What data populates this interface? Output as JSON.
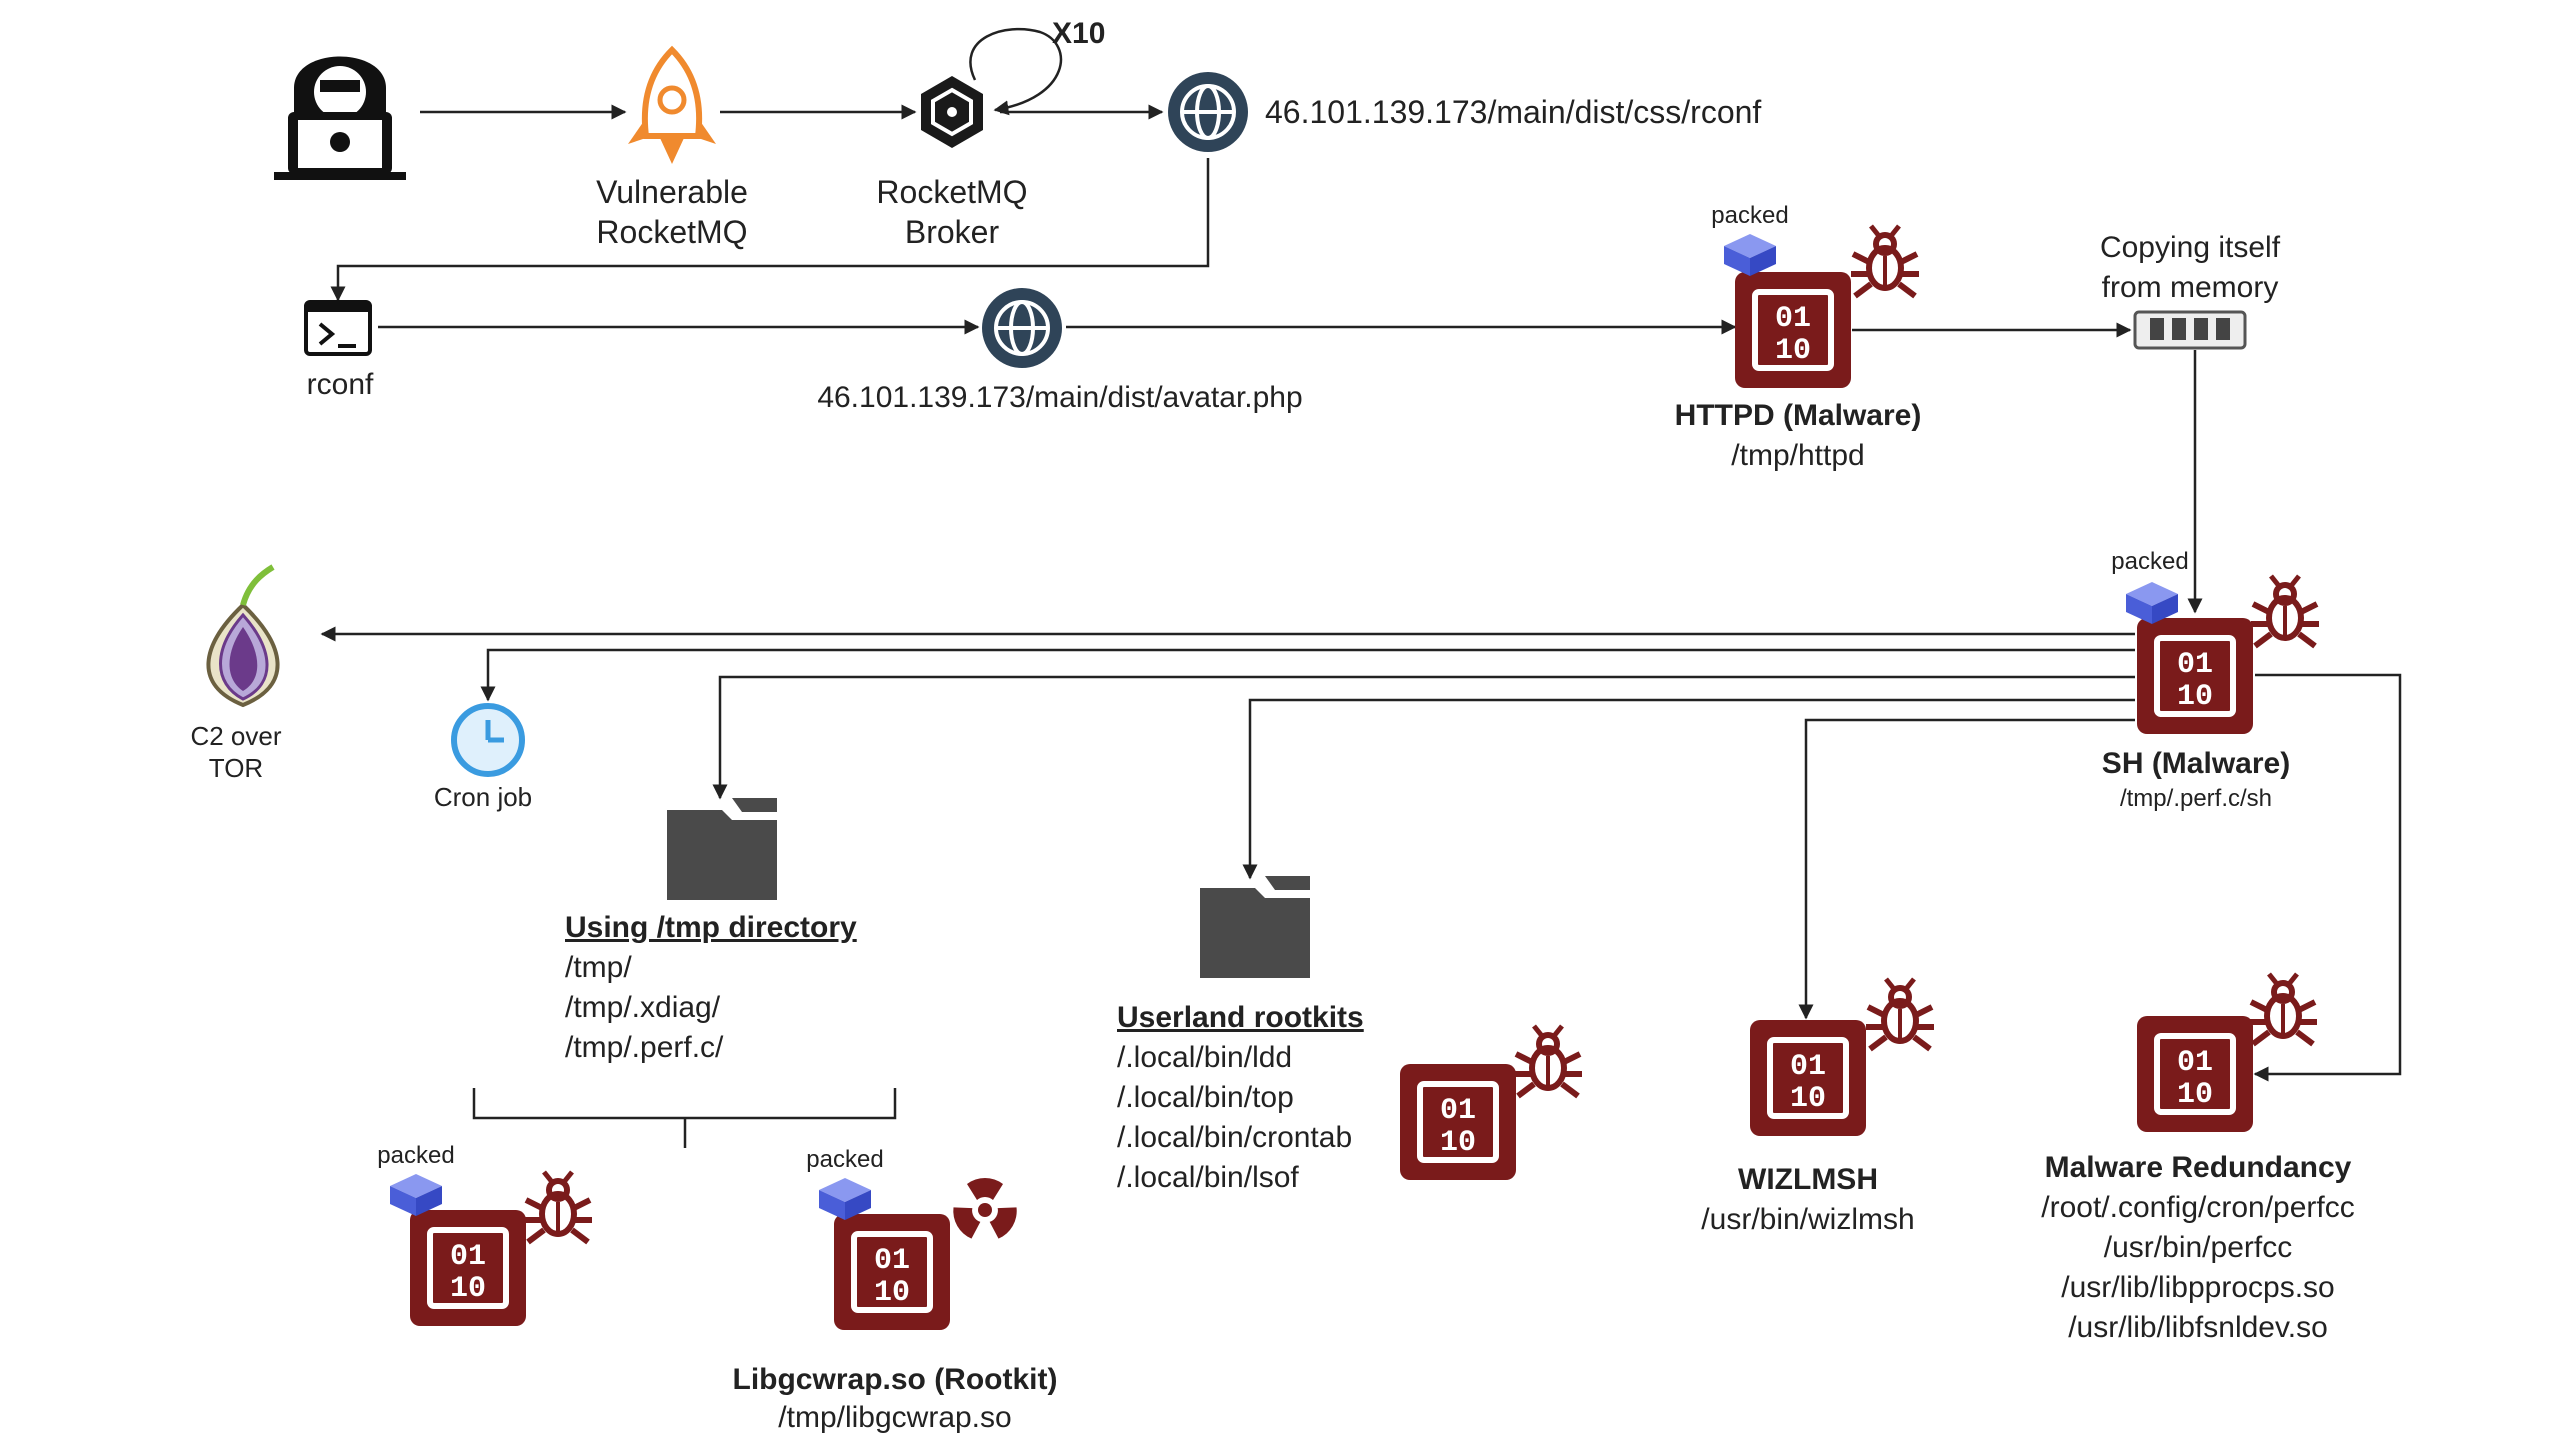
{
  "nodes": {
    "rocketmq": "Vulnerable\nRocketMQ",
    "broker": "RocketMQ\nBroker",
    "loop": "X10",
    "url1": "46.101.139.173/main/dist/css/rconf",
    "rconf": "rconf",
    "url2": "46.101.139.173/main/dist/avatar.php",
    "httpd_title": "HTTPD (Malware)",
    "httpd_path": "/tmp/httpd",
    "memory": "Copying itself\nfrom memory",
    "packed": "packed",
    "sh_title": "SH (Malware)",
    "sh_path": "/tmp/.perf.c/sh",
    "tor": "C2 over\nTOR",
    "cron": "Cron job",
    "tmp_title": "Using /tmp directory",
    "tmp_paths": [
      "/tmp/",
      "/tmp/.xdiag/",
      "/tmp/.perf.c/"
    ],
    "userland_title": "Userland rootkits",
    "userland_paths": [
      "/.local/bin/ldd",
      "/.local/bin/top",
      "/.local/bin/crontab",
      "/.local/bin/lsof"
    ],
    "wizlmsh_title": "WIZLMSH",
    "wizlmsh_path": "/usr/bin/wizlmsh",
    "redundancy_title": "Malware Redundancy",
    "redundancy_paths": [
      "/root/.config/cron/perfcc",
      "/usr/bin/perfcc",
      "/usr/lib/libpprocps.so",
      "/usr/lib/libfsnldev.so"
    ],
    "rootkit_title": "Libgcwrap.so (Rootkit)",
    "rootkit_path": "/tmp/libgcwrap.so"
  },
  "colors": {
    "malware": "#7a1b1b",
    "rocket": "#f08a2e",
    "globe": "#2f4458",
    "package": "#5b6ee1",
    "cron": "#3a9be0",
    "tor": "#6b3a8a",
    "folder": "#4a4a4a"
  },
  "icons": [
    "hacker-icon",
    "rocket-icon",
    "broker-icon",
    "globe-icon",
    "terminal-icon",
    "binary-icon",
    "bug-icon",
    "memory-icon",
    "package-icon",
    "onion-icon",
    "clock-icon",
    "folder-icon",
    "radiation-icon"
  ]
}
